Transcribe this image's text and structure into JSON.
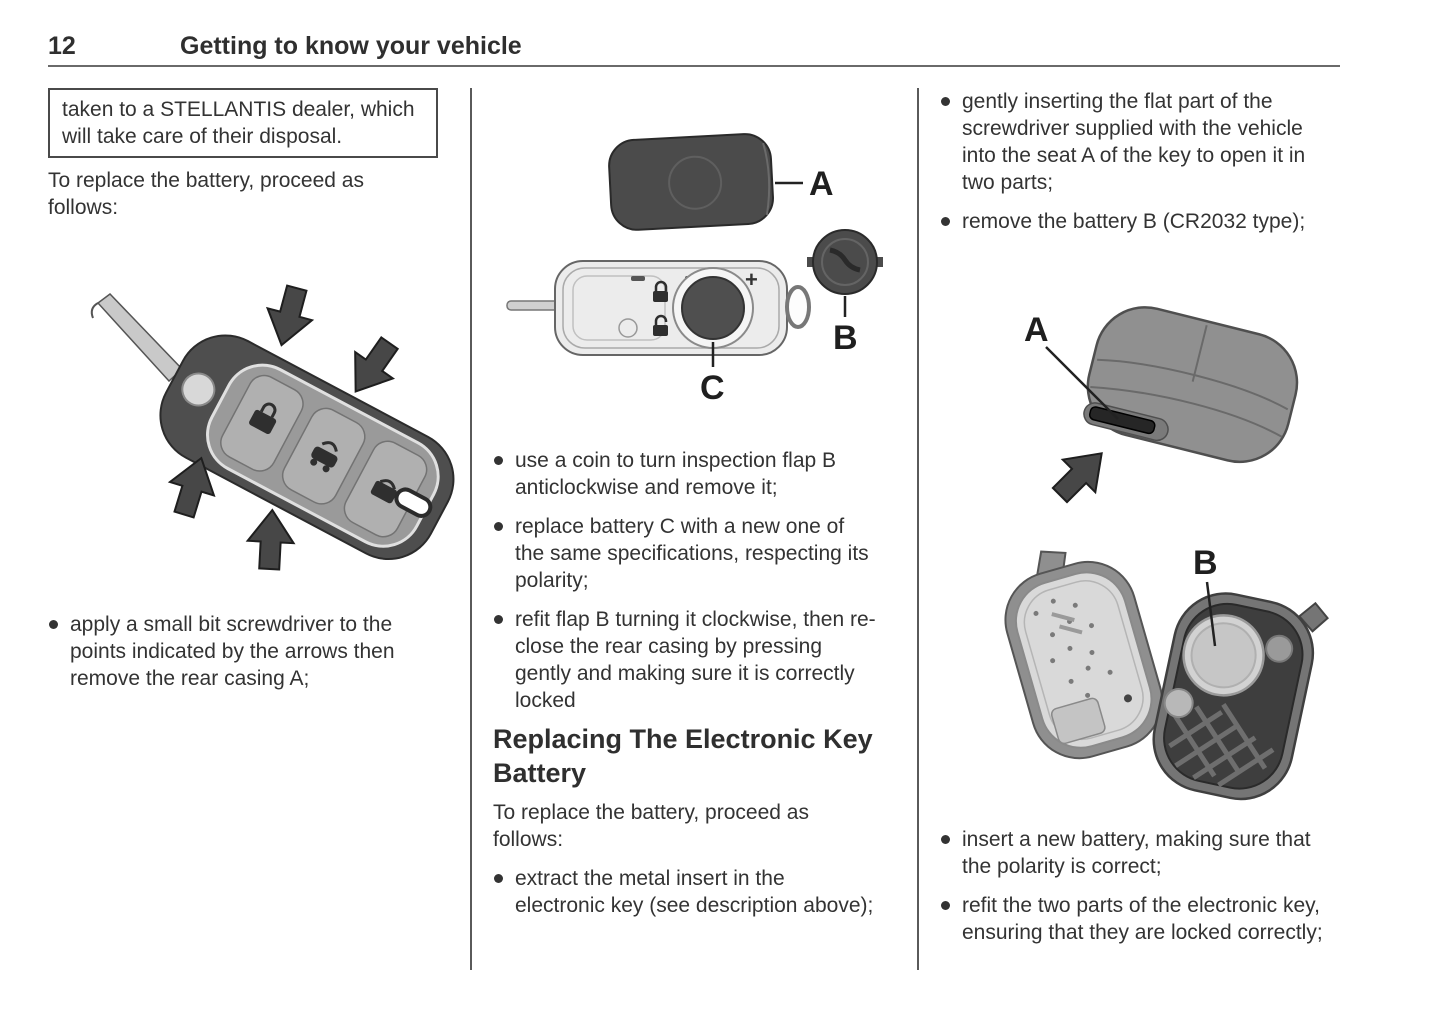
{
  "page": {
    "number": "12",
    "title": "Getting to know your vehicle"
  },
  "col1": {
    "note_box": "taken to a STELLANTIS dealer, which will take care of their disposal.",
    "intro": "To replace the battery, proceed as follows:",
    "bullets": [
      "apply a small bit screwdriver to the points indicated by the arrows then remove the rear casing A;"
    ]
  },
  "col2": {
    "figure": {
      "label_a": "A",
      "label_b": "B",
      "label_c": "C",
      "plus_mark": "+"
    },
    "bullets": [
      "use a coin to turn inspection flap B anticlockwise and remove it;",
      "replace battery C with a new one of the same specifications, respecting its polarity;",
      "refit flap B turning it clockwise, then re-close the rear casing by pressing gently and making sure it is correctly locked"
    ],
    "heading": "Replacing The Electronic Key Battery",
    "intro": "To replace the battery, proceed as follows:",
    "bullets2": [
      "extract the metal insert in the electronic key (see description above);"
    ]
  },
  "col3": {
    "bullets": [
      "gently inserting the flat part of the screwdriver supplied with the vehicle into the seat A of the key to open it in two parts;",
      "remove the battery B (CR2032 type);"
    ],
    "figure1": {
      "label_a": "A"
    },
    "figure2": {
      "label_b": "B"
    },
    "bullets2": [
      "insert a new battery, making sure that the polarity is correct;",
      "refit the two parts of the electronic key, ensuring that they are locked correctly;"
    ]
  },
  "colors": {
    "text": "#333333",
    "rule": "#5a5a5a",
    "casing_dark": "#4b4b4b",
    "casing_mid": "#8f8f8f",
    "casing_light": "#d9d9d9"
  }
}
